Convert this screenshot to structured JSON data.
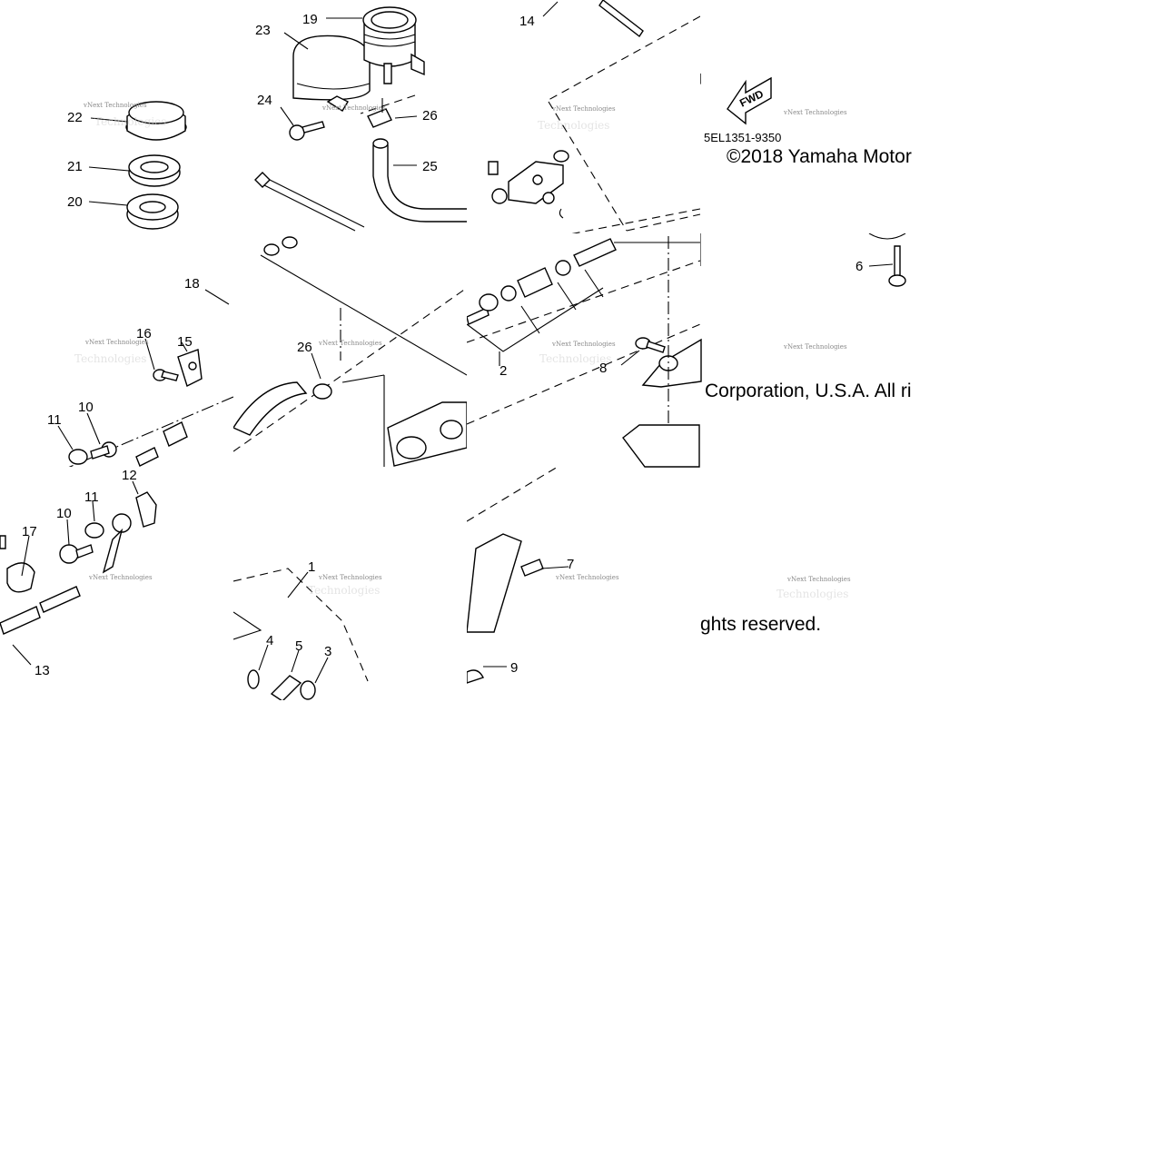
{
  "diagram": {
    "callouts": {
      "n1": "1",
      "n2": "2",
      "n3": "3",
      "n4": "4",
      "n5": "5",
      "n6": "6",
      "n7": "7",
      "n8": "8",
      "n9": "9",
      "n10": "10",
      "n11": "11",
      "n12": "12",
      "n13": "13",
      "n14": "14",
      "n15": "15",
      "n16": "16",
      "n17": "17",
      "n18": "18",
      "n19": "19",
      "n20": "20",
      "n21": "21",
      "n22": "22",
      "n23": "23",
      "n24": "24",
      "n25": "25",
      "n26": "26"
    },
    "fwd_label": "FWD",
    "part_code": "5EL1351-9350",
    "copyright_a": "©2018 Yamaha Motor",
    "copyright_b": "Corporation, U.S.A. All ri",
    "copyright_c": "ghts reserved.",
    "watermark_a": "vNext Technologies",
    "watermark_b": "Technologies"
  }
}
